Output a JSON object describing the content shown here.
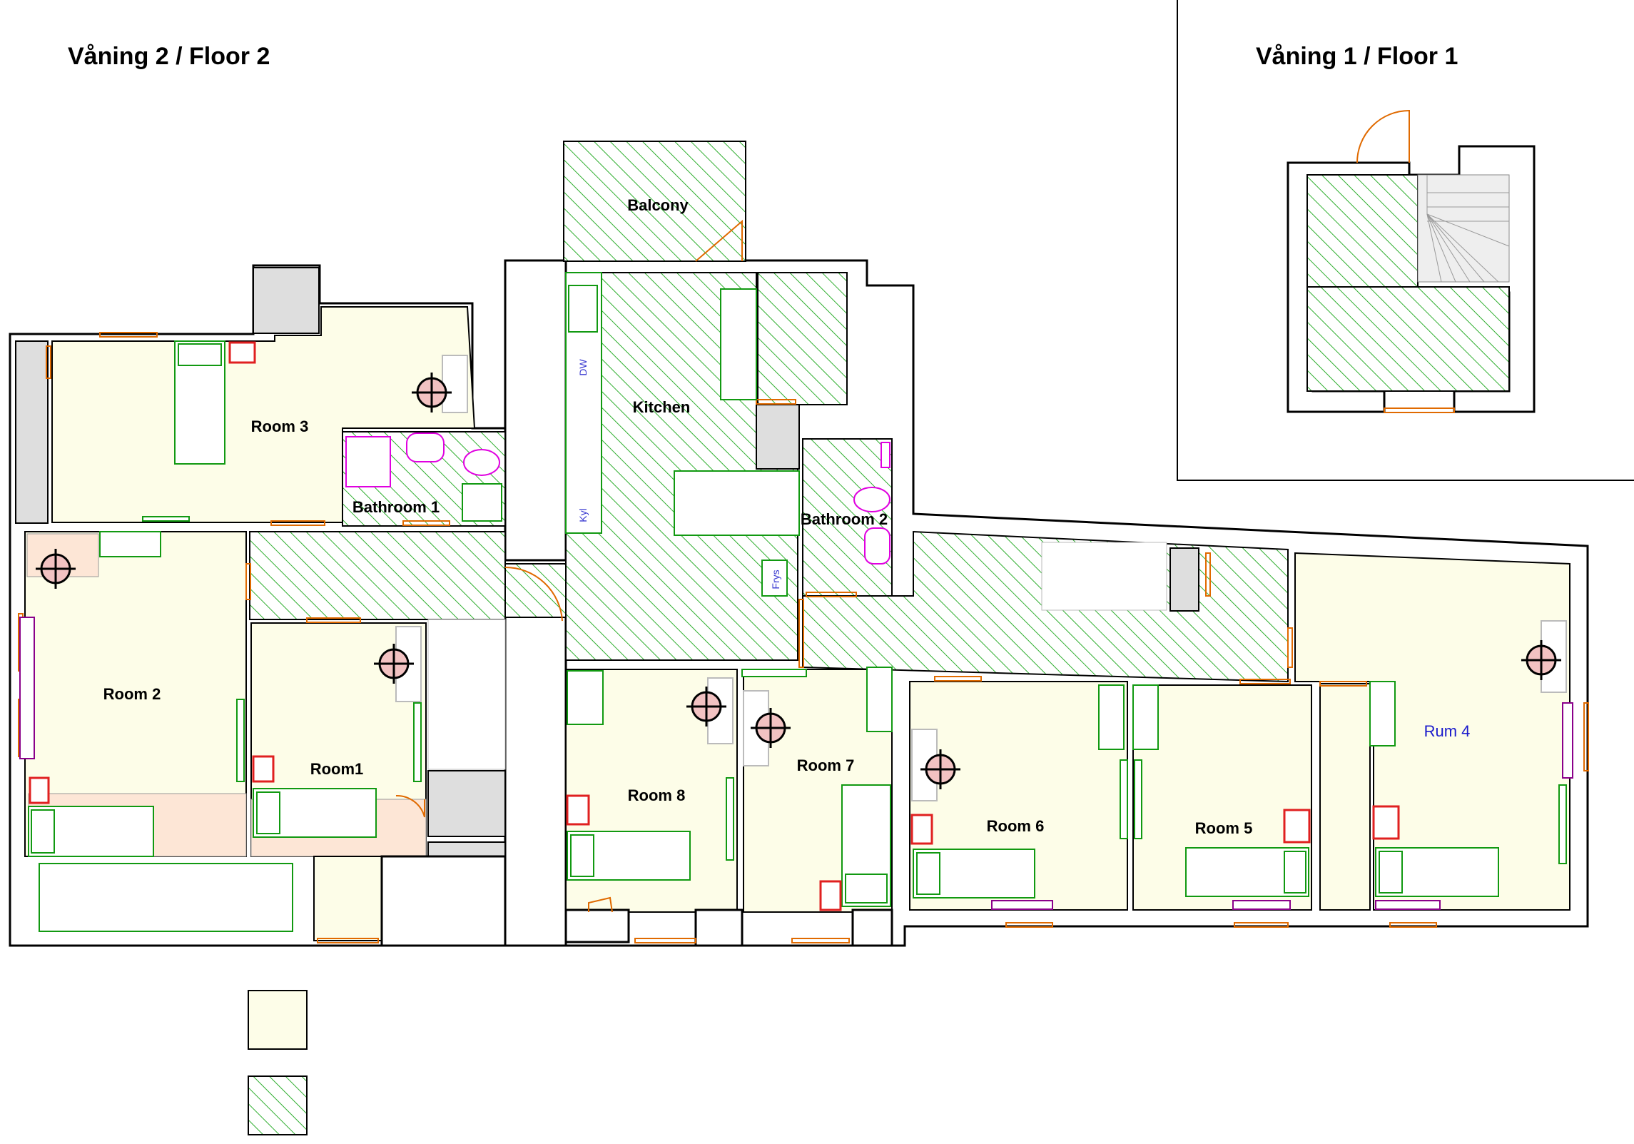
{
  "floors": {
    "floor2_title": "Våning 2 / Floor 2",
    "floor1_title": "Våning 1 / Floor 1"
  },
  "rooms": {
    "room3": "Room 3",
    "room2": "Room 2",
    "room1": "Room1",
    "room8": "Room 8",
    "room7": "Room 7",
    "room6": "Room 6",
    "room5": "Room 5",
    "rum4": "Rum 4",
    "bathroom1": "Bathroom 1",
    "bathroom2": "Bathroom 2",
    "kitchen": "Kitchen",
    "balcony": "Balcony"
  },
  "appliances": {
    "dishwasher": "DW",
    "fridge": "Kyl",
    "freezer": "Frys"
  },
  "colors": {
    "private_fill": "#fdfde8",
    "shared_hatch": "#2fae2f",
    "window": "#e06a00",
    "furniture": "#119911",
    "chair": "#e02020",
    "radiator": "#8a008a",
    "sanitary": "#e000e0"
  },
  "legend": {
    "private_swatch": "private-room-swatch",
    "shared_swatch": "shared-area-swatch"
  }
}
